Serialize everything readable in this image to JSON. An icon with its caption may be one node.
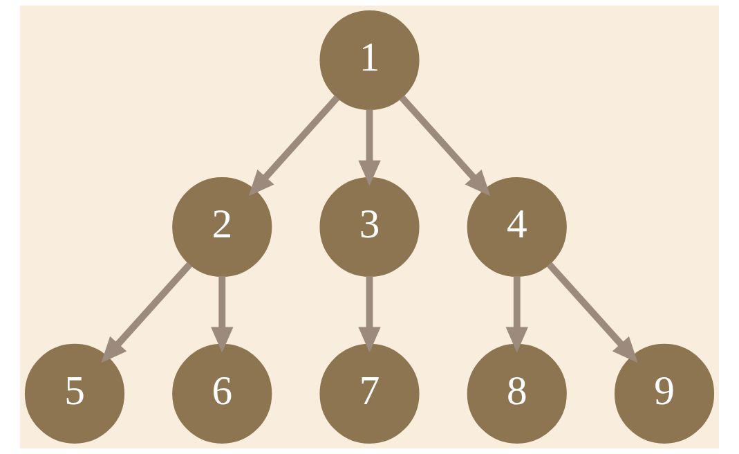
{
  "diagram": {
    "nodes": [
      {
        "text": [
          "1"
        ]
      },
      {
        "text": [
          "2"
        ]
      },
      {
        "text": [
          "3"
        ]
      },
      {
        "text": [
          "4"
        ]
      },
      {
        "text": [
          "5"
        ]
      },
      {
        "text": [
          "6"
        ]
      },
      {
        "text": [
          "7"
        ]
      },
      {
        "text": [
          "8"
        ]
      },
      {
        "text": [
          "9"
        ]
      }
    ],
    "edges": [
      {
        "from": 0,
        "to": 1,
        "arrow": "to"
      },
      {
        "from": 0,
        "to": 2,
        "arrow": "to"
      },
      {
        "from": 0,
        "to": 3,
        "arrow": "to"
      },
      {
        "from": 1,
        "to": 4,
        "arrow": "to"
      },
      {
        "from": 1,
        "to": 5,
        "arrow": "to"
      },
      {
        "from": 2,
        "to": 6,
        "arrow": "to"
      },
      {
        "from": 3,
        "to": 7,
        "arrow": "to"
      },
      {
        "from": 3,
        "to": 8,
        "arrow": "to"
      }
    ]
  }
}
